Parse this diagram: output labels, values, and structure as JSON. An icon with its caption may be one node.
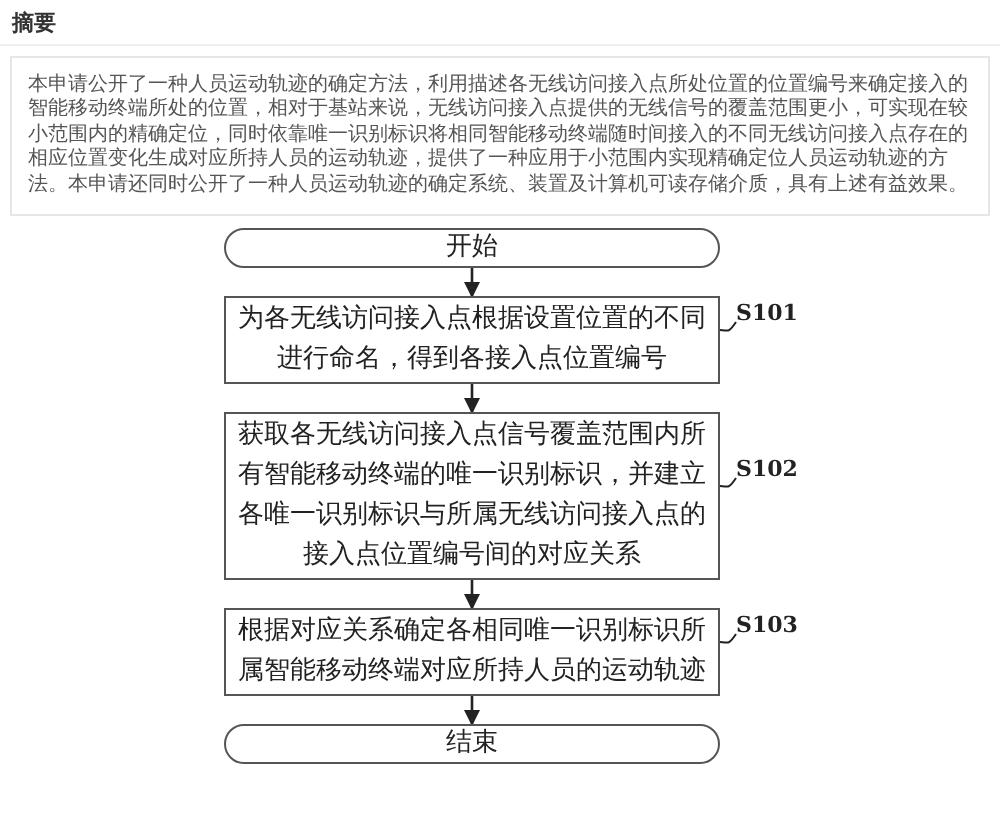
{
  "diagram": {
    "title": "摘要",
    "nodes": [
      {
        "text": [
          "本申请公开了一种人员运动轨迹的确定方法，利用描述各无线访问接入点所处位置的位置编号来确定接入的智能移动终端所处的位置，相对于基站来说，无线访问接入点提供的无线信号的覆盖范围更小，可实现在较小范围内的精确定位，同时依靠唯一识别标识将相同智能移动终端随时间接入的不同无线访问接入点存在的相应位置变化生成对应所持人员的运动轨迹，提供了一种应用于小范围内实现精确定位人员运动轨迹的方法。本申请还同时公开了一种人员运动轨迹的确定系统、装置及计算机可读存储介质，具有上述有益效果。"
        ]
      },
      {
        "text": [
          "开始"
        ]
      },
      {
        "text": [
          "为各无线访问接入点根据设置位置的不同进行命名，得到各接入点位置编号"
        ]
      },
      {
        "text": [
          "S101"
        ]
      },
      {
        "text": [
          "获取各无线访问接入点信号覆盖范围内所有智能移动终端的唯一识别标识，并建立各唯一识别标识与所属无线访问接入点的接入点位置编号间的对应关系"
        ]
      },
      {
        "text": [
          "S102"
        ]
      },
      {
        "text": [
          "根据对应关系确定各相同唯一识别标识所属智能移动终端对应所持人员的运动轨迹"
        ]
      },
      {
        "text": [
          "S103"
        ]
      },
      {
        "text": [
          "结束"
        ]
      }
    ],
    "edges": [
      {
        "from": 1,
        "to": 2,
        "arrow": "to"
      },
      {
        "from": 2,
        "to": 4,
        "arrow": "to"
      },
      {
        "from": 4,
        "to": 6,
        "arrow": "to"
      },
      {
        "from": 6,
        "to": 8,
        "arrow": "to"
      },
      {
        "from": 3,
        "to": 2,
        "arrow": "none"
      },
      {
        "from": 5,
        "to": 4,
        "arrow": "none"
      },
      {
        "from": 7,
        "to": 6,
        "arrow": "none"
      }
    ]
  }
}
